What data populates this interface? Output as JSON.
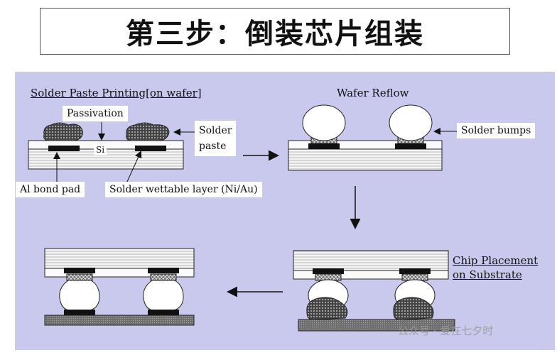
{
  "title": "第三步：倒装芯片组装",
  "labels": {
    "solder_paste_printing": "Solder Paste Printing[on wafer]",
    "wafer_reflow": "Wafer Reflow",
    "passivation": "Passivation",
    "si": "Si",
    "solder_paste": "Solder\npaste",
    "solder_bumps": "Solder bumps",
    "al_bond_pad": "Al bond pad",
    "solder_wettable_layer": "Solder wettable layer (Ni/Au)",
    "chip_placement": "Chip Placement\non Substrate"
  },
  "watermark": "公众号 · 爱在七夕时",
  "colors": {
    "panel": "#c9c9ee",
    "wafer": "#f2f2f2",
    "pad": "#111111",
    "substrate": "#777777"
  }
}
